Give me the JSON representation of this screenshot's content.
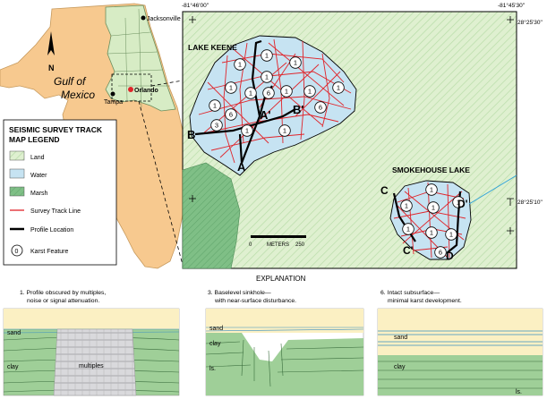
{
  "colors": {
    "land": "#dff0d0",
    "land_hatch": "#b8dca8",
    "water": "#c6e3f2",
    "marsh": "#7fbf86",
    "survey_track": "#e0242a",
    "florida": "#f7c98f",
    "profile": "#000000"
  },
  "inset_map": {
    "gulf_label": "Gulf of Mexico",
    "north_label": "N",
    "cities": {
      "jacksonville": "Jacksonville",
      "orlando": "Orlando",
      "tampa": "Tampa"
    }
  },
  "legend": {
    "title_line1": "SEISMIC SURVEY TRACK",
    "title_line2": "MAP LEGEND",
    "items": [
      {
        "label": "Land",
        "icon": "land-swatch"
      },
      {
        "label": "Water",
        "icon": "water-swatch"
      },
      {
        "label": "Marsh",
        "icon": "marsh-swatch"
      },
      {
        "label": "Survey Track Line",
        "icon": "red-line"
      },
      {
        "label": "Profile Location",
        "icon": "black-line"
      },
      {
        "label": "Karst Feature",
        "icon": "circle-0"
      }
    ]
  },
  "map": {
    "coords": {
      "top_left_lon": "-81°46'00\"",
      "top_right_lon": "-81°45'30\"",
      "top_right_lat": "28°25'30\"",
      "right_mid_lat": "28°25'10\""
    },
    "lake_keene_label": "LAKE KEENE",
    "smokehouse_label": "SMOKEHOUSE LAKE",
    "scale_start": "0",
    "scale_unit": "METERS",
    "scale_end": "250",
    "profile_labels": {
      "a": "A",
      "a_prime": "A'",
      "b": "B",
      "b_prime": "B'",
      "c": "C",
      "c_prime": "C'",
      "d": "D",
      "d_prime": "D'"
    },
    "keene_features": [
      "1",
      "1",
      "1",
      "1",
      "6",
      "1",
      "1",
      "1",
      "1",
      "6",
      "6",
      "3",
      "1",
      "1",
      "1",
      "1"
    ],
    "smokehouse_features": [
      "1",
      "1",
      "1",
      "1",
      "1",
      "1",
      "1",
      "6"
    ]
  },
  "explanation": {
    "title": "EXPLANATION",
    "panel1": {
      "caption_line1": "1. Profile obscured by multiples,",
      "caption_line2": "noise or signal attenuation.",
      "sand": "sand",
      "clay": "clay",
      "multiples": "multiples"
    },
    "panel3": {
      "caption_line1": "3. Baselevel sinkhole—",
      "caption_line2": "with near-surface disturbance.",
      "sand": "sand",
      "clay": "clay",
      "ls": "ls."
    },
    "panel6": {
      "caption_line1": "6. Intact subsurface—",
      "caption_line2": "minimal karst development.",
      "sand": "sand",
      "clay": "clay",
      "ls": "ls."
    }
  }
}
